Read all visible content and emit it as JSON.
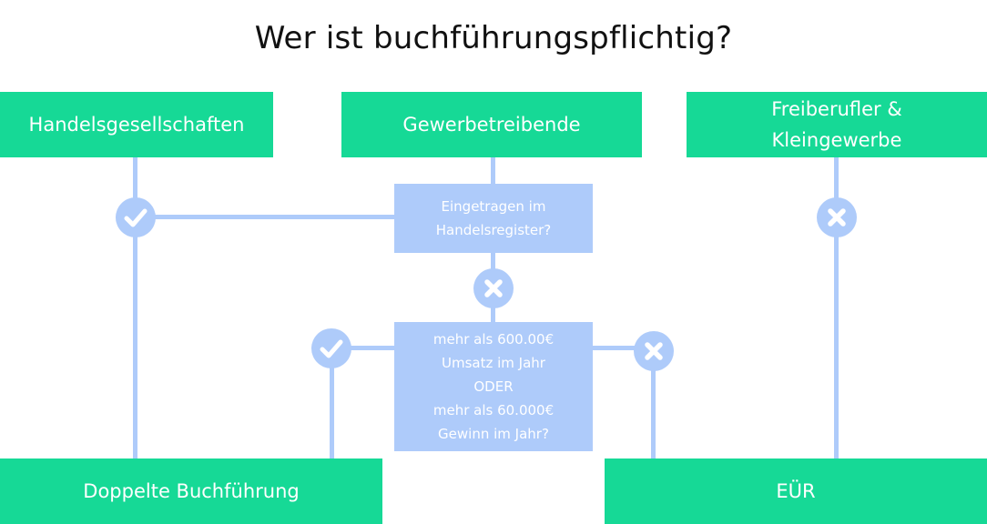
{
  "title": "Wer ist buchführungspflichtig?",
  "colors": {
    "green": "#16d996",
    "blue": "#aecbfa",
    "text": "#111111"
  },
  "top": {
    "handelsgesellschaften": "Handelsgesellschaften",
    "gewerbetreibende": "Gewerbetreibende",
    "freiberufler_lines": [
      "Freiberufler &",
      "Kleingewerbe"
    ]
  },
  "questions": {
    "handelsregister_lines": [
      "Eingetragen im",
      "Handelsregister?"
    ],
    "umsatz_lines": [
      "mehr als 600.00€",
      "Umsatz im Jahr",
      "ODER",
      "mehr als 60.000€",
      "Gewinn im Jahr?"
    ]
  },
  "results": {
    "doppelte": "Doppelte Buchführung",
    "eur": "EÜR"
  },
  "icons": {
    "yes": "checkmark-icon",
    "no": "cross-icon"
  }
}
